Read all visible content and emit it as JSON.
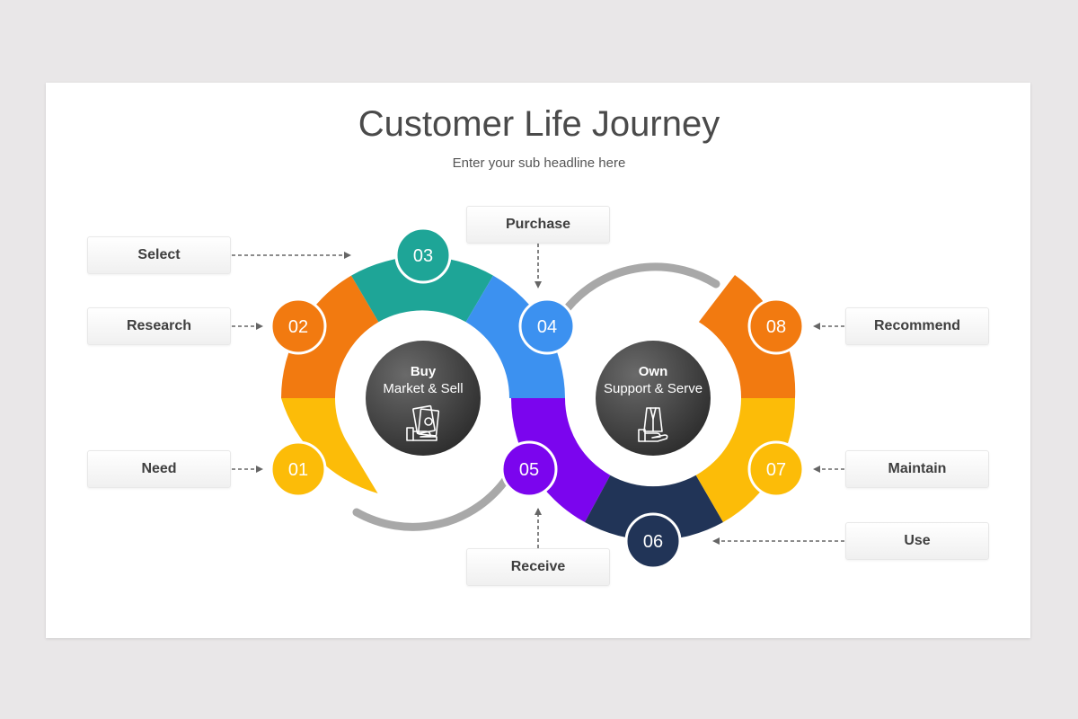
{
  "title": "Customer Life Journey",
  "subtitle": "Enter your sub headline here",
  "left_center": {
    "heading": "Buy",
    "text": "Market & Sell",
    "icon": "money-hand-icon"
  },
  "right_center": {
    "heading": "Own",
    "text": "Support & Serve",
    "icon": "jacket-hand-icon"
  },
  "steps": [
    {
      "number": "01",
      "label": "Need",
      "color": "#fcbc08"
    },
    {
      "number": "02",
      "label": "Research",
      "color": "#f27a10"
    },
    {
      "number": "03",
      "label": "Select",
      "color": "#1ea597"
    },
    {
      "number": "04",
      "label": "Purchase",
      "color": "#3c91f0"
    },
    {
      "number": "05",
      "label": "Receive",
      "color": "#7b05ee"
    },
    {
      "number": "06",
      "label": "Use",
      "color": "#213457"
    },
    {
      "number": "07",
      "label": "Maintain",
      "color": "#fcbc08"
    },
    {
      "number": "08",
      "label": "Recommend",
      "color": "#f27a10"
    }
  ]
}
